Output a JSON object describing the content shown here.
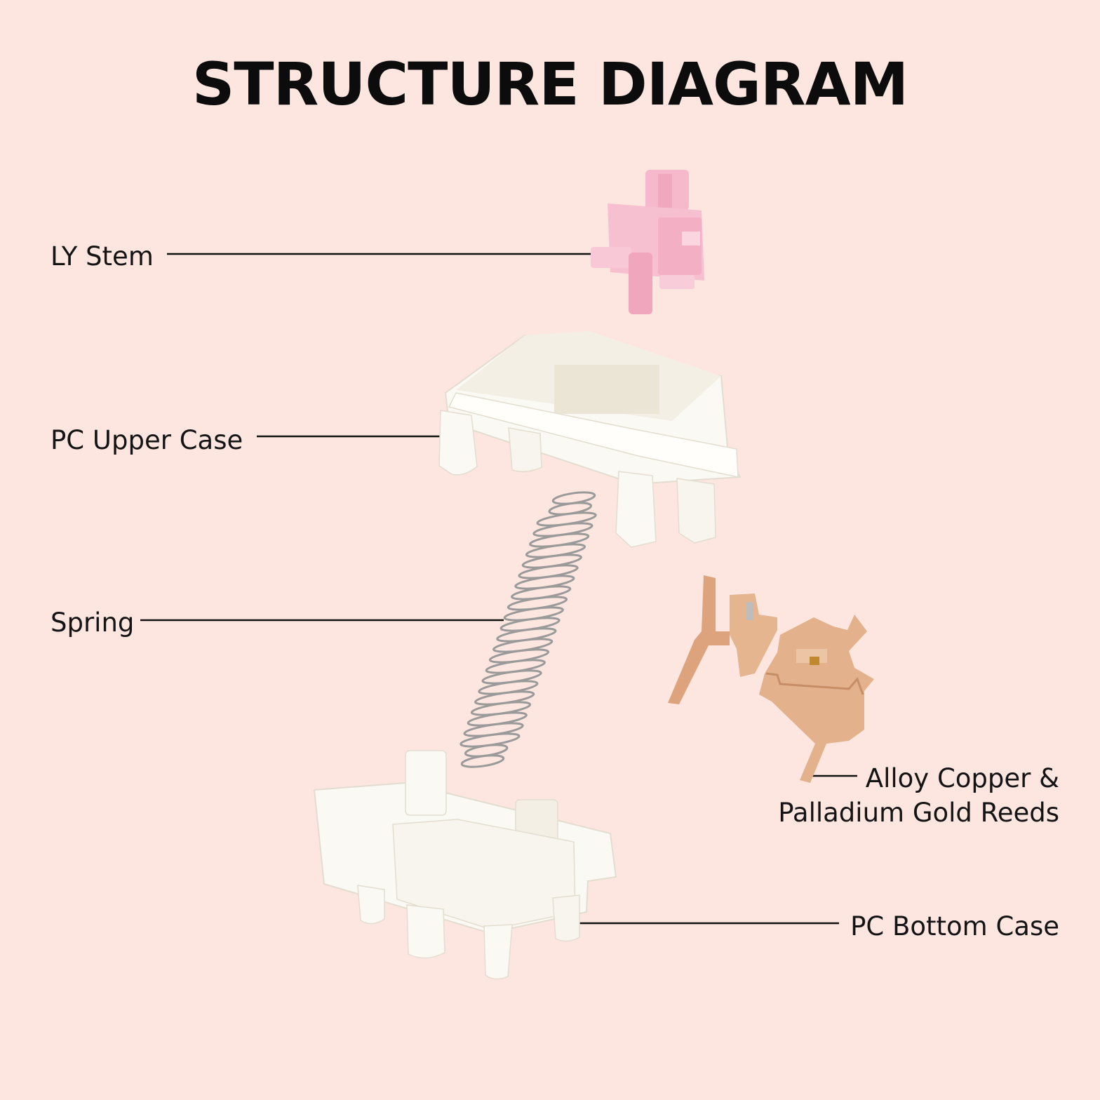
{
  "title": "STRUCTURE DIAGRAM",
  "labels": {
    "stem": "LY Stem",
    "upper_case": "PC Upper Case",
    "spring": "Spring",
    "reeds_line1": "Alloy Copper &",
    "reeds_line2": "Palladium Gold Reeds",
    "bottom_case": "PC Bottom Case"
  },
  "colors": {
    "background": "#fde6e0",
    "stem": "#f6b9cc",
    "case": "#fbf9f4",
    "reeds": "#e0ad86",
    "spring": "#9a9a9a",
    "leader": "#111111"
  }
}
